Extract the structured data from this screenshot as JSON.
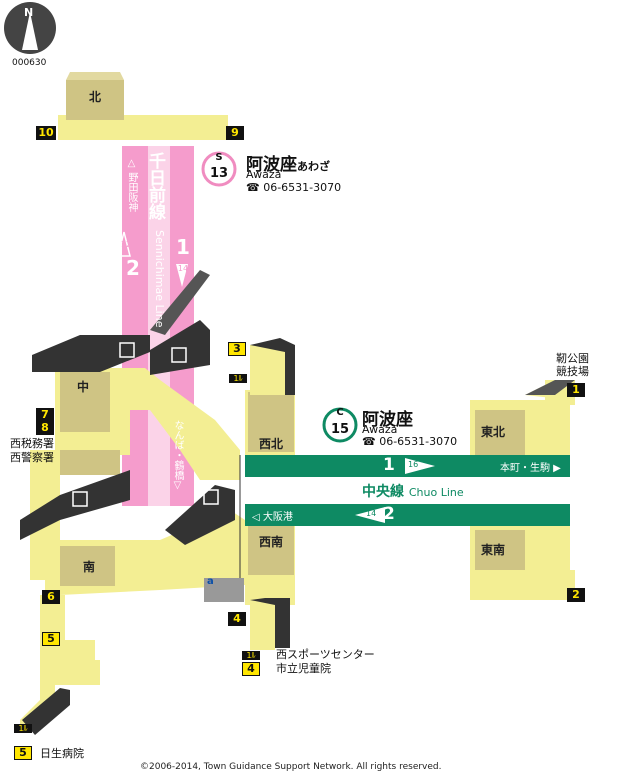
{
  "map_id": "000630",
  "north_label": "N",
  "station_s": {
    "badge_letter": "S",
    "badge_number": "13",
    "name": "阿波座",
    "name_kana": "あわざ",
    "romaji": "Awaza",
    "phone": "☎ 06-6531-3070",
    "color": "#f08cc0"
  },
  "station_c": {
    "badge_letter": "C",
    "badge_number": "15",
    "name": "阿波座",
    "romaji": "Awaza",
    "phone": "☎ 06-6531-3070",
    "color": "#0e8a63"
  },
  "sennichimae": {
    "name_ja": "千日前線",
    "name_en": "Sennichimae Line",
    "track1": "1",
    "track1_badge": "14",
    "track2": "2",
    "track2_badge": "12",
    "dir_up": "△ 野田阪神",
    "dir_down": "なんば・鶴橋▽"
  },
  "chuo": {
    "name_ja": "中央線",
    "name_en": "Chuo Line",
    "track1": "1",
    "track1_badge": "16",
    "track1_dest": "本町・生駒 ▶",
    "track2": "2",
    "track2_badge": "14",
    "track2_dest": "◁ 大阪港"
  },
  "zones": {
    "north": "北",
    "middle": "中",
    "south": "南",
    "northwest": "西北",
    "southwest": "西南",
    "northeast": "東北",
    "southeast": "東南"
  },
  "exits": {
    "e1": "1",
    "e2": "2",
    "e3": "3",
    "e4": "4",
    "e4b": "4",
    "e5": "5",
    "e5b": "5",
    "e6": "6",
    "e7": "7",
    "e8": "8",
    "e9": "9",
    "e10": "10"
  },
  "landmarks": {
    "utsubo": "靭公園",
    "stadium": "競技場",
    "tax_office": "西税務署",
    "police": "西警察署",
    "sports_center": "西スポーツセンター",
    "childrens_hall": "市立児童院",
    "hospital": "日生病院"
  },
  "lift_label": "1ﾙ",
  "facility_a": "a",
  "copyright": "©2006-2014, Town Guidance Support Network. All rights reserved.",
  "colors": {
    "concourse": "#f3ee93",
    "platform_khaki": "#cfc484",
    "stair_dark": "#333333",
    "pink": "#f59ccc",
    "green": "#0e8a63"
  }
}
